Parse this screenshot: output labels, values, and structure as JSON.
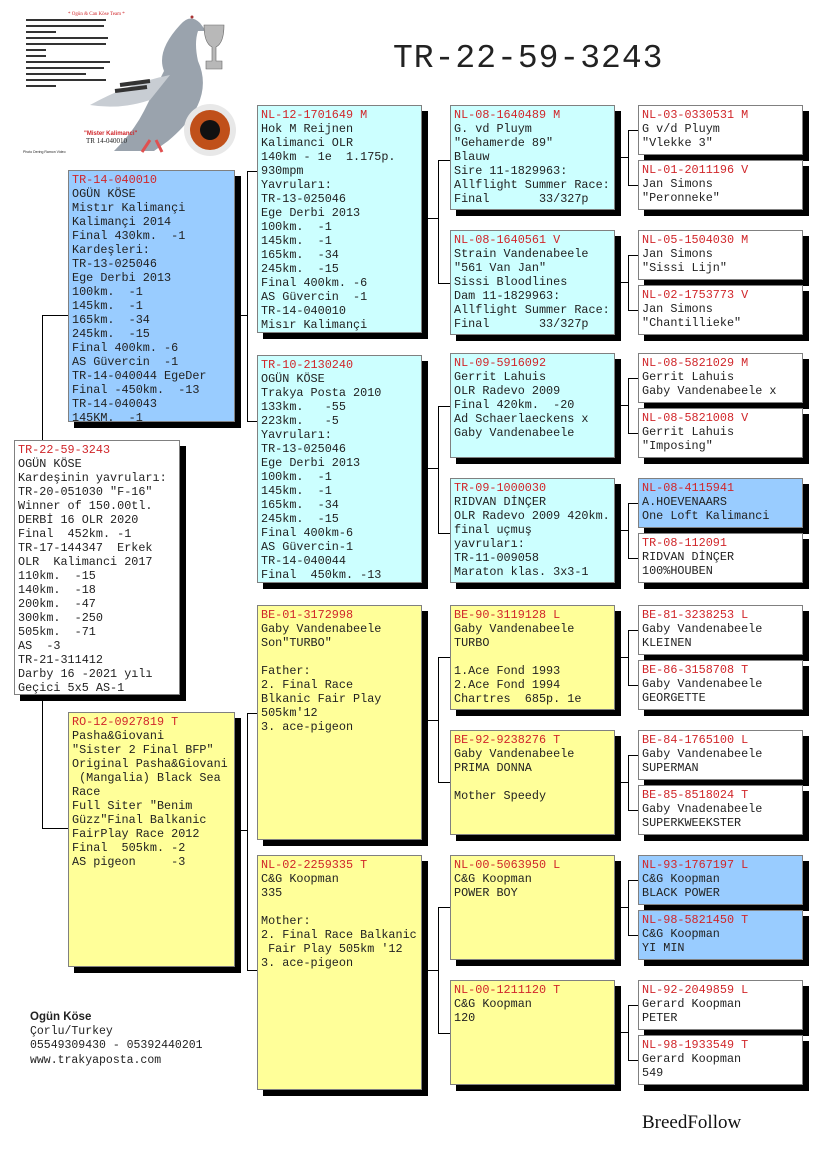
{
  "title": "TR-22-59-3243",
  "photo": {
    "header": "* Ogün & Can Köse Team *",
    "caption_name": "\"Mister Kalimanci\"",
    "caption_ring": "TR 14-040010",
    "credit": "Photo Dering Ramon Video"
  },
  "colors": {
    "ring": "#d0262a",
    "sire_gen2": "#99ccff",
    "sire_side": "#ccffff",
    "dam_side": "#ffff99",
    "plain": "#ffffff",
    "highlight": "#99ccff"
  },
  "boxes": {
    "s": {
      "color": "#ffffff",
      "ring": "TR-22-59-3243",
      "lines": [
        "OGÜN KÖSE",
        "Kardeşinin yavruları:",
        "TR-20-051030 \"F-16\"",
        "Winner of 150.00tl.",
        "DERBİ 16 OLR 2020",
        "Final  452km. -1",
        "TR-17-144347  Erkek",
        "OLR  Kalimanci 2017",
        "110km.  -15",
        "140km.  -18",
        "200km.  -47",
        "300km.  -250",
        "505km.  -71",
        "AS  -3",
        "TR-21-311412",
        "Darby 16 -2021 yılı",
        "Geçici 5x5 AS-1"
      ]
    },
    "f": {
      "color": "#99ccff",
      "ring": "TR-14-040010",
      "lines": [
        "OGÜN KÖSE",
        "Mistır Kalimançi",
        "Kalimançi 2014",
        "Final 430km.  -1",
        "Kardeşleri:",
        "TR-13-025046",
        "Ege Derbi 2013",
        "100km.  -1",
        "145km.  -1",
        "165km.  -34",
        "245km.  -15",
        "Final 400km. -6",
        "AS Güvercin  -1",
        "TR-14-040044 EgeDer",
        "Final -450km.  -13",
        "TR-14-040043",
        "145KM.  -1"
      ]
    },
    "m": {
      "color": "#ffff99",
      "ring": "RO-12-0927819 T",
      "lines": [
        "Pasha&Giovani",
        "\"Sister 2 Final BFP\"",
        "Original Pasha&Giovani",
        " (Mangalia) Black Sea",
        "Race",
        "Full Siter \"Benim",
        "Güzz\"Final Balkanic",
        "FairPlay Race 2012",
        "Final  505km. -2",
        "AS pigeon     -3"
      ]
    },
    "ff": {
      "color": "#ccffff",
      "ring": "NL-12-1701649 M",
      "lines": [
        "Hok M Reijnen",
        "Kalimanci OLR",
        "140km - 1e  1.175p.",
        "930mpm",
        "Yavruları:",
        "TR-13-025046",
        "Ege Derbi 2013",
        "100km.  -1",
        "145km.  -1",
        "165km.  -34",
        "245km.  -15",
        "Final 400km. -6",
        "AS Güvercin  -1",
        "TR-14-040010",
        "Misır Kalimançi"
      ]
    },
    "fm": {
      "color": "#ccffff",
      "ring": "TR-10-2130240",
      "lines": [
        "OGÜN KÖSE",
        "Trakya Posta 2010",
        "133km.   -55",
        "223km.   -5",
        "Yavruları:",
        "TR-13-025046",
        "Ege Derbi 2013",
        "100km.  -1",
        "145km.  -1",
        "165km.  -34",
        "245km.  -15",
        "Final 400km-6",
        "AS Güvercin-1",
        "TR-14-040044",
        "Final  450km. -13"
      ]
    },
    "mf": {
      "color": "#ffff99",
      "ring": "BE-01-3172998",
      "lines": [
        "Gaby Vandenabeele",
        "Son\"TURBO\"",
        "",
        "Father:",
        "2. Final Race",
        "Blkanic Fair Play",
        "505km'12",
        "3. ace-pigeon"
      ]
    },
    "mm": {
      "color": "#ffff99",
      "ring": "NL-02-2259335 T",
      "lines": [
        "C&G Koopman",
        "335",
        "",
        "Mother:",
        "2. Final Race Balkanic",
        " Fair Play 505km '12",
        "3. ace-pigeon"
      ]
    },
    "fff": {
      "color": "#ccffff",
      "ring": "NL-08-1640489 M",
      "lines": [
        "G. vd Pluym",
        "\"Gehamerde 89\"",
        "Blauw",
        "Sire 11-1829963:",
        "Allflight Summer Race:",
        "Final       33/327p"
      ]
    },
    "ffm": {
      "color": "#ccffff",
      "ring": "NL-08-1640561 V",
      "lines": [
        "Strain Vandenabeele",
        "\"561 Van Jan\"",
        "Sissi Bloodlines",
        "Dam 11-1829963:",
        "Allflight Summer Race:",
        "Final       33/327p"
      ]
    },
    "fmf": {
      "color": "#ccffff",
      "ring": "NL-09-5916092",
      "lines": [
        "Gerrit Lahuis",
        "OLR Radevo 2009",
        "Final 420km.  -20",
        "Ad Schaerlaeckens x",
        "Gaby Vandenabeele"
      ]
    },
    "fmm": {
      "color": "#ccffff",
      "ring": "TR-09-1000030",
      "lines": [
        "RIDVAN DİNÇER",
        "OLR Radevo 2009 420km.",
        "final uçmuş",
        "yavruları:",
        "TR-11-009058",
        "Maraton klas. 3x3-1"
      ]
    },
    "mff": {
      "color": "#ffff99",
      "ring": "BE-90-3119128 L",
      "lines": [
        "Gaby Vandenabeele",
        "TURBO",
        "",
        "1.Ace Fond 1993",
        "2.Ace Fond 1994",
        "Chartres  685p. 1e"
      ]
    },
    "mfm": {
      "color": "#ffff99",
      "ring": "BE-92-9238276 T",
      "lines": [
        "Gaby Vandenabeele",
        "PRIMA DONNA",
        "",
        "Mother Speedy"
      ]
    },
    "mmf": {
      "color": "#ffff99",
      "ring": "NL-00-5063950 L",
      "lines": [
        "C&G Koopman",
        "POWER BOY"
      ]
    },
    "mmm": {
      "color": "#ffff99",
      "ring": "NL-00-1211120 T",
      "lines": [
        "C&G Koopman",
        "120"
      ]
    },
    "ffff": {
      "color": "#ffffff",
      "ring": "NL-03-0330531 M",
      "lines": [
        "G v/d Pluym",
        "\"Vlekke 3\""
      ]
    },
    "fffm": {
      "color": "#ffffff",
      "ring": "NL-01-2011196 V",
      "lines": [
        "Jan Simons",
        "\"Peronneke\""
      ]
    },
    "ffmf": {
      "color": "#ffffff",
      "ring": "NL-05-1504030 M",
      "lines": [
        "Jan Simons",
        "\"Sissi Lijn\""
      ]
    },
    "ffmm": {
      "color": "#ffffff",
      "ring": "NL-02-1753773 V",
      "lines": [
        "Jan Simons",
        "\"Chantillieke\""
      ]
    },
    "fmff": {
      "color": "#ffffff",
      "ring": "NL-08-5821029 M",
      "lines": [
        "Gerrit Lahuis",
        "Gaby Vandenabeele x"
      ]
    },
    "fmfm": {
      "color": "#ffffff",
      "ring": "NL-08-5821008 V",
      "lines": [
        "Gerrit Lahuis",
        "\"Imposing\""
      ]
    },
    "fmmf": {
      "color": "#99ccff",
      "ring": "NL-08-4115941",
      "lines": [
        "A.HOEVENAARS",
        "One Loft Kalimanci"
      ]
    },
    "fmmm": {
      "color": "#ffffff",
      "ring": "TR-08-112091",
      "lines": [
        "RIDVAN DİNÇER",
        "100%HOUBEN"
      ]
    },
    "mfff": {
      "color": "#ffffff",
      "ring": "BE-81-3238253 L",
      "lines": [
        "Gaby Vandenabeele",
        "KLEINEN"
      ]
    },
    "mffm": {
      "color": "#ffffff",
      "ring": "BE-86-3158708 T",
      "lines": [
        "Gaby Vandenabeele",
        "GEORGETTE"
      ]
    },
    "mfmf": {
      "color": "#ffffff",
      "ring": "BE-84-1765100 L",
      "lines": [
        "Gaby Vandenabeele",
        "SUPERMAN"
      ]
    },
    "mfmm": {
      "color": "#ffffff",
      "ring": "BE-85-8518024 T",
      "lines": [
        "Gaby Vnadenabeele",
        "SUPERKWEEKSTER"
      ]
    },
    "mmff": {
      "color": "#99ccff",
      "ring": "NL-93-1767197 L",
      "lines": [
        "C&G Koopman",
        "BLACK POWER"
      ]
    },
    "mmfm": {
      "color": "#99ccff",
      "ring": "NL-98-5821450 T",
      "lines": [
        "C&G Koopman",
        "YI MIN"
      ]
    },
    "mmmf": {
      "color": "#ffffff",
      "ring": "NL-92-2049859 L",
      "lines": [
        "Gerard Koopman",
        "PETER"
      ]
    },
    "mmmm": {
      "color": "#ffffff",
      "ring": "NL-98-1933549 T",
      "lines": [
        "Gerard Koopman",
        "549"
      ]
    }
  },
  "contact": {
    "name": "Ogün Köse",
    "city": "Çorlu/Turkey",
    "phones": "05549309430 - 05392440201",
    "website": "www.trakyaposta.com"
  },
  "brand": "BreedFollow"
}
